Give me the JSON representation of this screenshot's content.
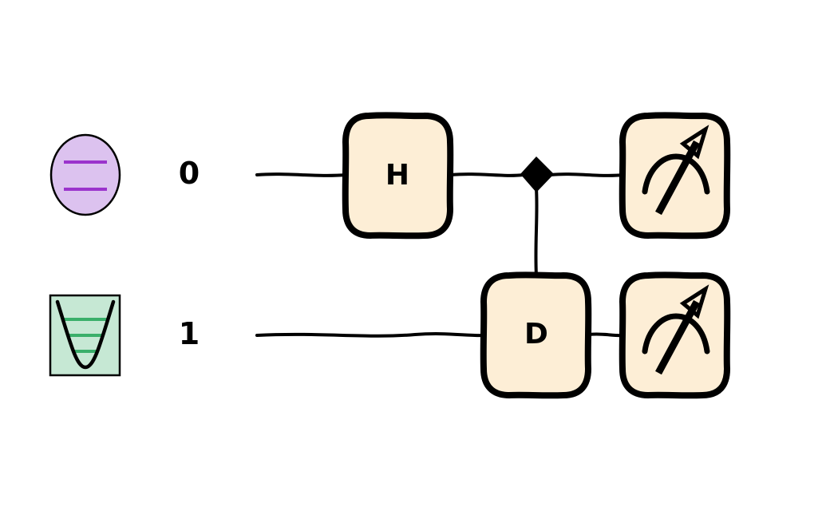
{
  "colors": {
    "gate_fill": "#fdeed6",
    "qubit_fill": "#dcc2ef",
    "qubit_lines": "#9b33cc",
    "qumode_fill": "#c6e8d4",
    "qumode_lines": "#3aaf6a",
    "ink": "#000000"
  },
  "wires": [
    {
      "label": "0",
      "type": "qubit",
      "icon": "qubit-ellipse-icon"
    },
    {
      "label": "1",
      "type": "qumode",
      "icon": "harmonic-potential-icon"
    }
  ],
  "gates": [
    {
      "label": "H",
      "wire": 0
    },
    {
      "label": "D",
      "wire": 1
    }
  ],
  "control": {
    "control_wire": 0,
    "target_wire": 1,
    "marker": "diamond"
  },
  "measurements": [
    {
      "wire": 0,
      "icon": "meter-icon"
    },
    {
      "wire": 1,
      "icon": "meter-icon"
    }
  ]
}
